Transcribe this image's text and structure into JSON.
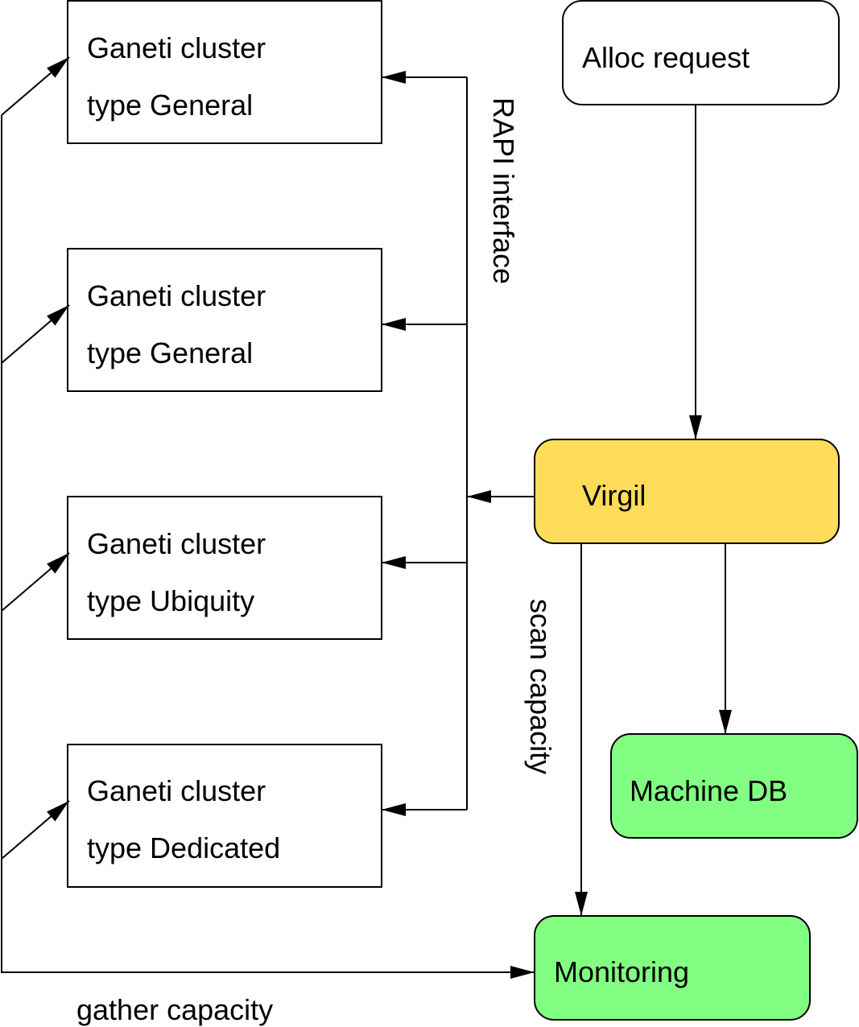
{
  "nodes": {
    "cluster_1": {
      "line1": "Ganeti cluster",
      "line2": "type General"
    },
    "cluster_2": {
      "line1": "Ganeti cluster",
      "line2": "type General"
    },
    "cluster_3": {
      "line1": "Ganeti cluster",
      "line2": "type Ubiquity"
    },
    "cluster_4": {
      "line1": "Ganeti cluster",
      "line2": "type Dedicated"
    },
    "alloc_request": {
      "label": "Alloc request",
      "fill": "#ffffff"
    },
    "virgil": {
      "label": "Virgil",
      "fill": "#ffdc5a"
    },
    "machine_db": {
      "label": "Machine DB",
      "fill": "#82ff82"
    },
    "monitoring": {
      "label": "Monitoring",
      "fill": "#82ff82"
    }
  },
  "edge_labels": {
    "rapi_interface": "RAPI interface",
    "scan_capacity": "scan capacity",
    "gather_capacity": "gather capacity"
  },
  "colors": {
    "stroke": "#000000",
    "background": "#ffffff"
  }
}
